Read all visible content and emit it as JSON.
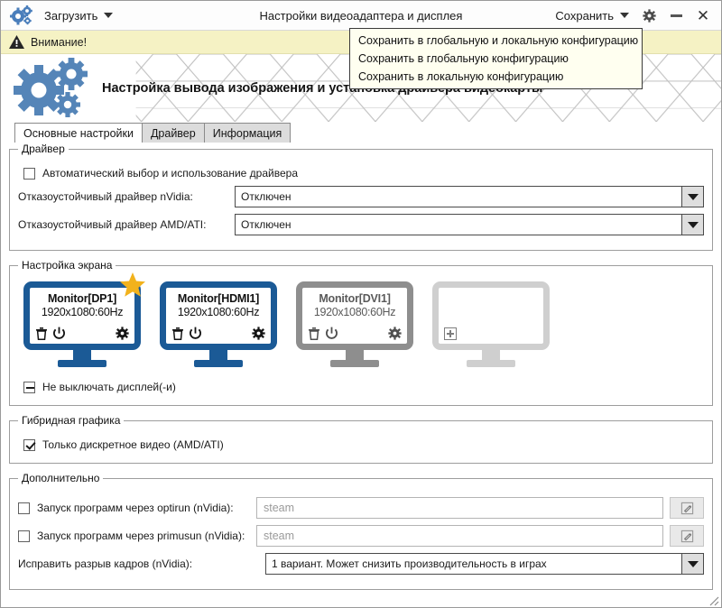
{
  "titlebar": {
    "app_icon": "gears-icon",
    "load_label": "Загрузить",
    "title": "Настройки видеоадаптера и дисплея",
    "save_label": "Сохранить",
    "settings_icon": "gear-icon",
    "minimize_icon": "minimize-icon",
    "close_icon": "close-icon"
  },
  "save_menu": {
    "items": [
      {
        "label": "Сохранить в глобальную и локальную конфигурацию"
      },
      {
        "label": "Сохранить в глобальную конфигурацию"
      },
      {
        "label": "Сохранить в локальную конфигурацию"
      }
    ]
  },
  "warning": {
    "icon": "warning-triangle-icon",
    "text": "Внимание!"
  },
  "banner": {
    "logo": "gears-logo-icon",
    "text": "Настройка вывода изображения и установка драйвера видеокарты"
  },
  "tabs": [
    {
      "label": "Основные настройки",
      "active": true
    },
    {
      "label": "Драйвер",
      "active": false
    },
    {
      "label": "Информация",
      "active": false
    }
  ],
  "driver_section": {
    "legend": "Драйвер",
    "auto_checkbox": {
      "label": "Автоматический выбор и использование драйвера",
      "state": "unchecked"
    },
    "nvidia": {
      "label": "Отказоустойчивый драйвер nVidia:",
      "value": "Отключен"
    },
    "amd": {
      "label": "Отказоустойчивый драйвер AMD/ATI:",
      "value": "Отключен"
    }
  },
  "screen_section": {
    "legend": "Настройка экрана",
    "monitors": [
      {
        "name": "Monitor[DP1]",
        "resolution": "1920x1080:60Hz",
        "state": "active",
        "primary": true,
        "icons": [
          "trash-icon",
          "power-icon",
          "gear-icon"
        ]
      },
      {
        "name": "Monitor[HDMI1]",
        "resolution": "1920x1080:60Hz",
        "state": "active",
        "primary": false,
        "icons": [
          "trash-icon",
          "power-icon",
          "gear-icon"
        ]
      },
      {
        "name": "Monitor[DVI1]",
        "resolution": "1920x1080:60Hz",
        "state": "inactive",
        "primary": false,
        "icons": [
          "trash-icon",
          "power-icon",
          "gear-icon"
        ]
      },
      {
        "name": "",
        "resolution": "",
        "state": "empty",
        "primary": false,
        "icons": [
          "plus-icon"
        ]
      }
    ],
    "keep_on_checkbox": {
      "label": "Не выключать дисплей(-и)",
      "state": "indeterminate"
    }
  },
  "hybrid_section": {
    "legend": "Гибридная графика",
    "discrete_checkbox": {
      "label": "Только дискретное видео (AMD/ATI)",
      "state": "checked"
    }
  },
  "extra_section": {
    "legend": "Дополнительно",
    "optirun": {
      "label": "Запуск программ через optirun (nVidia):",
      "state": "unchecked",
      "placeholder": "steam",
      "value": "",
      "edit_icon": "pencil-icon"
    },
    "primusun": {
      "label": "Запуск программ через primusun (nVidia):",
      "state": "unchecked",
      "placeholder": "steam",
      "value": "",
      "edit_icon": "pencil-icon"
    },
    "tearfix": {
      "label": "Исправить разрыв кадров (nVidia):",
      "value": "1 вариант. Может снизить производительность в играх"
    }
  },
  "colors": {
    "accent_blue": "#1b5a96",
    "warning_bg": "#f5f2c4",
    "star_gold": "#f2b21c",
    "inactive_gray": "#8e8e8e"
  }
}
